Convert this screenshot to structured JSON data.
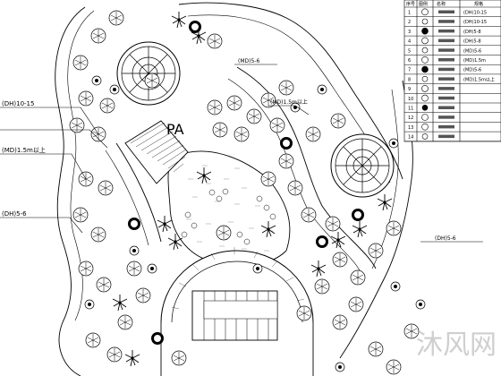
{
  "plan": {
    "center_label": "PA",
    "leader_labels": [
      {
        "key": "left-1",
        "text": "(DH)10-15",
        "side": "left"
      },
      {
        "key": "left-2",
        "text": "",
        "side": "left"
      },
      {
        "key": "left-3",
        "text": "(MD)1.5m以上",
        "side": "left"
      },
      {
        "key": "left-4",
        "text": "(DH)5-6",
        "side": "left"
      },
      {
        "key": "top-1",
        "text": "(MD)5-6",
        "side": "top"
      },
      {
        "key": "mid-1",
        "text": "(MD)1.5m以上",
        "side": "top"
      },
      {
        "key": "right-1",
        "text": "(DH)5-6",
        "side": "right"
      }
    ]
  },
  "legend": {
    "headers": [
      "序号",
      "图例",
      "名称",
      "规格"
    ],
    "rows": [
      {
        "no": "1",
        "icon": "tree-symbol-1",
        "spec": "(DH)10-15"
      },
      {
        "no": "2",
        "icon": "tree-symbol-2",
        "spec": "(DH)10-15"
      },
      {
        "no": "3",
        "icon": "tree-symbol-3",
        "spec": "(DH)5-8"
      },
      {
        "no": "4",
        "icon": "tree-symbol-4",
        "spec": "(DH)5-8"
      },
      {
        "no": "5",
        "icon": "tree-symbol-5",
        "spec": "(MD)5-6"
      },
      {
        "no": "6",
        "icon": "tree-symbol-6",
        "spec": "(MD)1.5m"
      },
      {
        "no": "7",
        "icon": "tree-symbol-7",
        "spec": "(MD)5-6"
      },
      {
        "no": "8",
        "icon": "tree-symbol-8",
        "spec": "(MD)1.5m以上"
      },
      {
        "no": "9",
        "icon": "tree-symbol-9",
        "spec": ""
      },
      {
        "no": "10",
        "icon": "shrub-symbol-10",
        "spec": ""
      },
      {
        "no": "11",
        "icon": "shrub-symbol-11",
        "spec": ""
      },
      {
        "no": "12",
        "icon": "shrub-symbol-12",
        "spec": ""
      },
      {
        "no": "13",
        "icon": "shrub-symbol-13",
        "spec": ""
      },
      {
        "no": "14",
        "icon": "shrub-symbol-14",
        "spec": ""
      }
    ]
  },
  "watermark": "沐风网"
}
